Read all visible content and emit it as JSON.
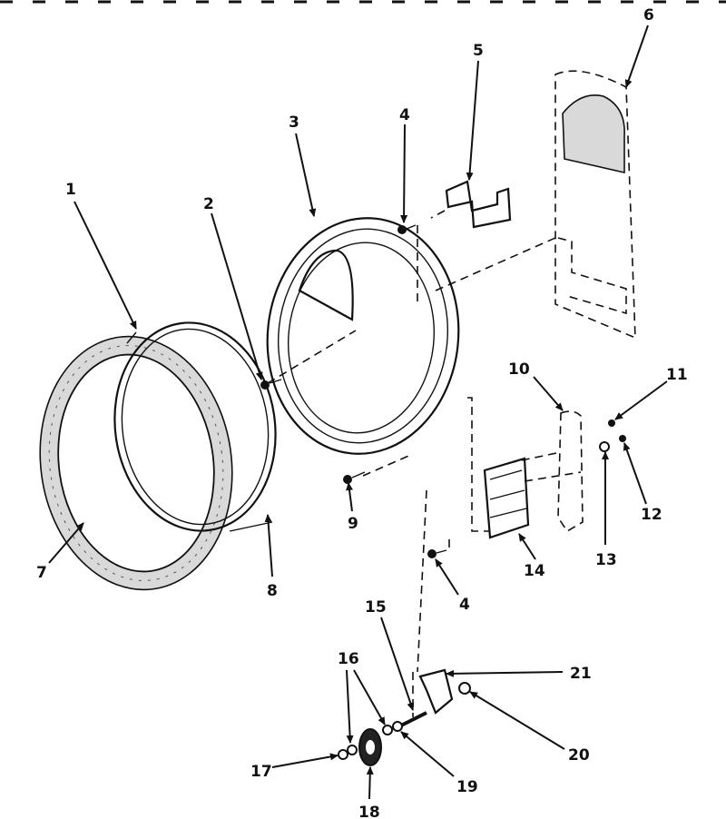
{
  "callouts": [
    {
      "id": "c1",
      "text": "1"
    },
    {
      "id": "c2",
      "text": "2"
    },
    {
      "id": "c3",
      "text": "3"
    },
    {
      "id": "c4a",
      "text": "4"
    },
    {
      "id": "c4b",
      "text": "4"
    },
    {
      "id": "c5",
      "text": "5"
    },
    {
      "id": "c6",
      "text": "6"
    },
    {
      "id": "c7",
      "text": "7"
    },
    {
      "id": "c8",
      "text": "8"
    },
    {
      "id": "c9",
      "text": "9"
    },
    {
      "id": "c10",
      "text": "10"
    },
    {
      "id": "c11",
      "text": "11"
    },
    {
      "id": "c12",
      "text": "12"
    },
    {
      "id": "c13",
      "text": "13"
    },
    {
      "id": "c14",
      "text": "14"
    },
    {
      "id": "c15",
      "text": "15"
    },
    {
      "id": "c16",
      "text": "16"
    },
    {
      "id": "c17",
      "text": "17"
    },
    {
      "id": "c18",
      "text": "18"
    },
    {
      "id": "c19",
      "text": "19"
    },
    {
      "id": "c20",
      "text": "20"
    },
    {
      "id": "c21",
      "text": "21"
    }
  ]
}
